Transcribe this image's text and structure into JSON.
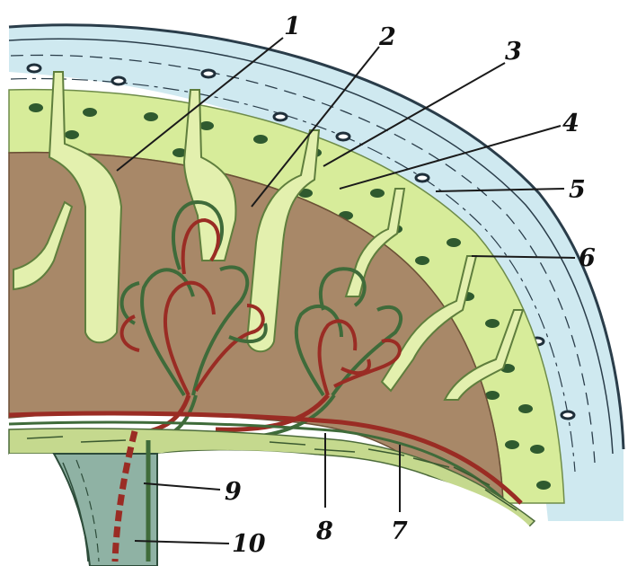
{
  "labels": [
    {
      "id": "l1",
      "text": "1"
    },
    {
      "id": "l2",
      "text": "2"
    },
    {
      "id": "l3",
      "text": "3"
    },
    {
      "id": "l4",
      "text": "4"
    },
    {
      "id": "l5",
      "text": "5"
    },
    {
      "id": "l6",
      "text": "6"
    },
    {
      "id": "l7",
      "text": "7"
    },
    {
      "id": "l8",
      "text": "8"
    },
    {
      "id": "l9",
      "text": "9"
    },
    {
      "id": "l10",
      "text": "10"
    }
  ],
  "colors": {
    "capsule": "#cfe9f0",
    "capsule_line": "#2a3d4a",
    "cortex_green": "#d7ec9a",
    "medulla_brown": "#a88868",
    "papilla": "#e3f0ae",
    "vessel_red": "#9a2c24",
    "vessel_green": "#3f6b3a",
    "nucleus": "#2f5a2f"
  }
}
